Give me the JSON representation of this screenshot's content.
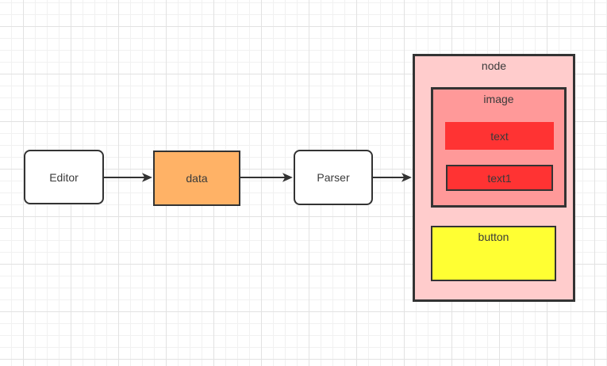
{
  "diagram": {
    "editor": {
      "label": "Editor"
    },
    "data": {
      "label": "data"
    },
    "parser": {
      "label": "Parser"
    },
    "node": {
      "label": "node"
    },
    "image": {
      "label": "image"
    },
    "text": {
      "label": "text"
    },
    "text1": {
      "label": "text1"
    },
    "button": {
      "label": "button"
    }
  },
  "connectors": [
    {
      "from": "Editor",
      "to": "data"
    },
    {
      "from": "data",
      "to": "Parser"
    },
    {
      "from": "Parser",
      "to": "node"
    }
  ],
  "colors": {
    "canvas_bg": "#ffffff",
    "grid_minor": "#f1f1f1",
    "grid_major": "#e2e2e2",
    "shape_border": "#333333",
    "shape_text": "#3a3a3a",
    "arrow": "#333333",
    "editor_fill": "#ffffff",
    "data_fill": "#ffb266",
    "parser_fill": "#ffffff",
    "node_fill": "#ffcccc",
    "image_fill": "#ff9999",
    "text_fill": "#ff3333",
    "text1_fill": "#ff3333",
    "button_fill": "#ffff33"
  }
}
